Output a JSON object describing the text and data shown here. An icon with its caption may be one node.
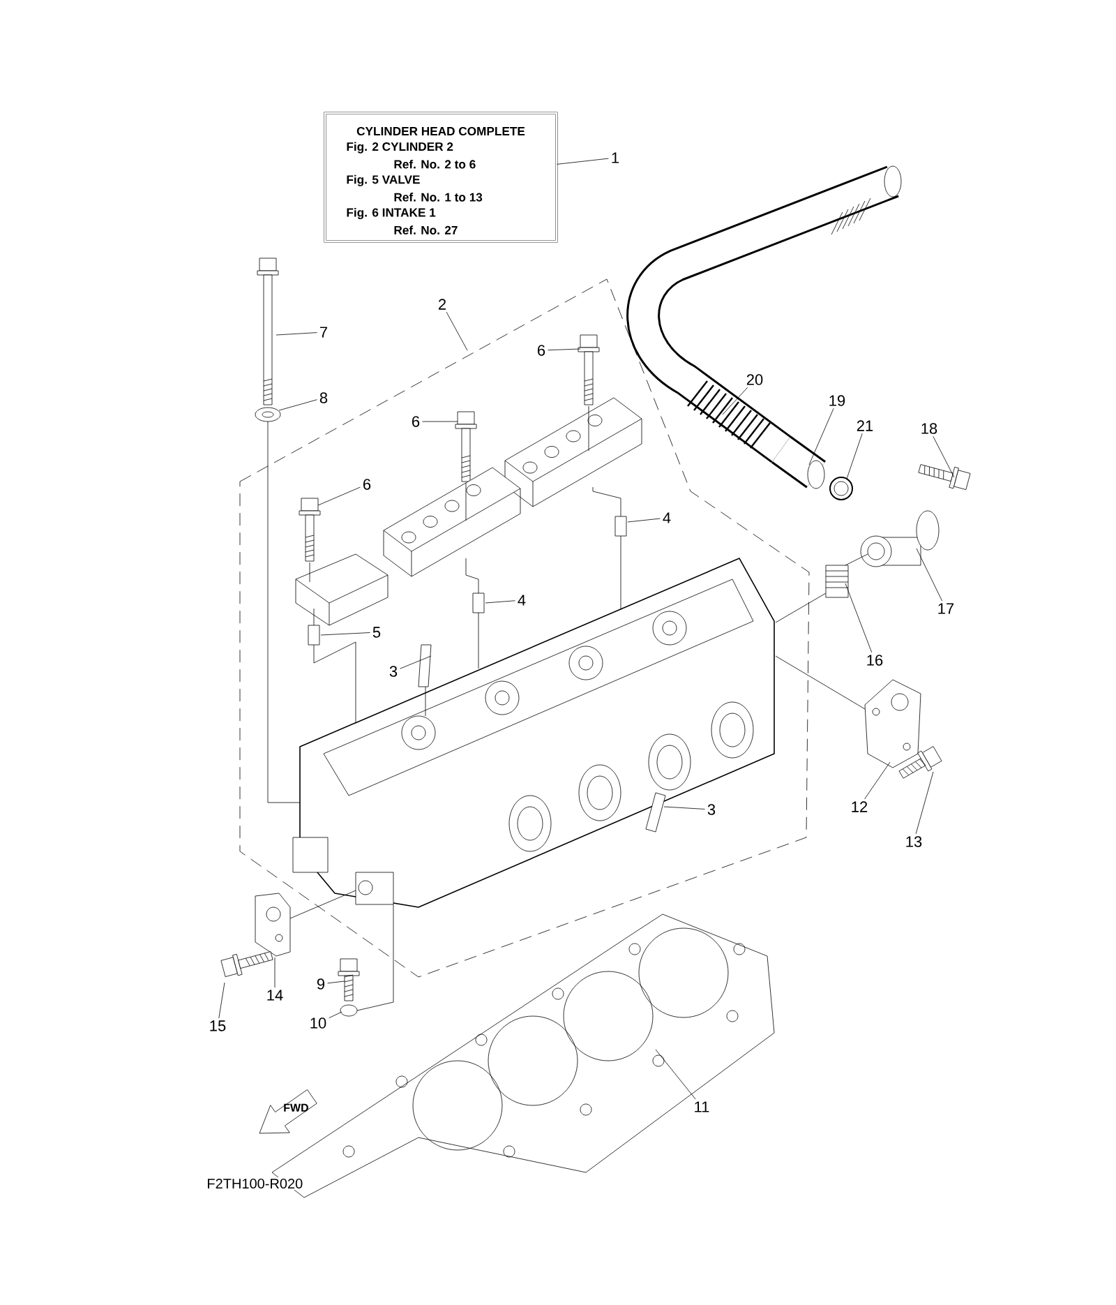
{
  "diagram": {
    "nodes": [
      {
        "text": [
          "CYLINDER HEAD COMPLETE",
          "Fig. 2 CYLINDER 2",
          "Ref. No. 2 to 6",
          "Fig. 5 VALVE",
          "Ref. No. 1 to 13",
          "Fig. 6 INTAKE 1",
          "Ref. No. 27"
        ]
      },
      {
        "text": [
          "1"
        ]
      },
      {
        "text": [
          "7"
        ]
      },
      {
        "text": [
          "2"
        ]
      },
      {
        "text": [
          "6"
        ],
        "in": 28
      },
      {
        "text": [
          "8"
        ]
      },
      {
        "text": [
          "6"
        ],
        "in": 28
      },
      {
        "text": [
          "20"
        ]
      },
      {
        "text": [
          "19"
        ]
      },
      {
        "text": [
          "6"
        ],
        "in": 28
      },
      {
        "text": [
          "21"
        ]
      },
      {
        "text": [
          "18"
        ]
      },
      {
        "text": [
          "4"
        ],
        "in": 28
      },
      {
        "text": [
          "4"
        ],
        "in": 28
      },
      {
        "text": [
          "5"
        ],
        "in": 28
      },
      {
        "text": [
          "3"
        ],
        "in": 28
      },
      {
        "text": [
          "17"
        ]
      },
      {
        "text": [
          "16"
        ]
      },
      {
        "text": [
          "12"
        ]
      },
      {
        "text": [
          "3"
        ],
        "in": 28
      },
      {
        "text": [
          "13"
        ]
      },
      {
        "text": [
          "9"
        ]
      },
      {
        "text": [
          "14"
        ]
      },
      {
        "text": [
          "15"
        ]
      },
      {
        "text": [
          "10"
        ]
      },
      {
        "text": [
          "11"
        ]
      },
      {
        "text": [],
        "shape": "picture"
      },
      {
        "text": [],
        "shape": "picture"
      },
      {
        "text": [],
        "shape": "box"
      },
      {
        "text": [],
        "shape": "picture",
        "in": 28
      },
      {
        "text": [],
        "shape": "picture",
        "in": 28
      },
      {
        "text": [],
        "shape": "picture",
        "in": 28
      },
      {
        "text": [],
        "shape": "picture"
      },
      {
        "text": [],
        "shape": "picture"
      },
      {
        "text": [],
        "shape": "picture"
      },
      {
        "text": [],
        "shape": "picture"
      },
      {
        "text": [],
        "shape": "box",
        "in": 28
      },
      {
        "text": [],
        "shape": "box",
        "in": 28
      },
      {
        "text": [],
        "shape": "box",
        "in": 28
      },
      {
        "text": [],
        "shape": "picture",
        "in": 28
      },
      {
        "text": [],
        "shape": "picture"
      },
      {
        "text": [],
        "shape": "picture"
      },
      {
        "text": [],
        "shape": "picture"
      },
      {
        "text": [],
        "shape": "picture",
        "in": 28
      },
      {
        "text": [],
        "shape": "picture"
      },
      {
        "text": [],
        "shape": "picture"
      },
      {
        "text": [],
        "shape": "picture"
      },
      {
        "text": [],
        "shape": "picture"
      },
      {
        "text": [],
        "shape": "circle"
      },
      {
        "text": [],
        "shape": "picture"
      },
      {
        "text": [],
        "shape": "picture",
        "in": 28
      },
      {
        "text": [],
        "shape": "picture",
        "in": 28
      },
      {
        "text": [],
        "shape": "picture",
        "in": 28
      },
      {
        "text": [],
        "shape": "picture",
        "in": 28
      }
    ],
    "edges": [
      {
        "from": 1,
        "to": 0,
        "arrow": "none"
      },
      {
        "from": 2,
        "to": 26,
        "arrow": "none"
      },
      {
        "from": 3,
        "to": 28,
        "arrow": "none"
      },
      {
        "from": 4,
        "to": 29,
        "arrow": "none"
      },
      {
        "from": 5,
        "to": 27,
        "arrow": "none"
      },
      {
        "from": 6,
        "to": 30,
        "arrow": "none"
      },
      {
        "from": 7,
        "to": 32,
        "arrow": "none"
      },
      {
        "from": 8,
        "to": 33,
        "arrow": "none"
      },
      {
        "from": 9,
        "to": 31,
        "arrow": "none"
      },
      {
        "from": 10,
        "to": 34,
        "arrow": "none"
      },
      {
        "from": 11,
        "to": 35,
        "arrow": "none"
      },
      {
        "from": 12,
        "to": 36,
        "arrow": "none"
      },
      {
        "from": 13,
        "to": 37,
        "arrow": "none"
      },
      {
        "from": 14,
        "to": 38,
        "arrow": "none"
      },
      {
        "from": 15,
        "to": 39,
        "arrow": "none"
      },
      {
        "from": 16,
        "to": 40,
        "arrow": "none"
      },
      {
        "from": 17,
        "to": 41,
        "arrow": "none"
      },
      {
        "from": 18,
        "to": 42,
        "arrow": "none"
      },
      {
        "from": 19,
        "to": 43,
        "arrow": "none"
      },
      {
        "from": 20,
        "to": 44,
        "arrow": "none"
      },
      {
        "from": 21,
        "to": 45,
        "arrow": "none"
      },
      {
        "from": 22,
        "to": 46,
        "arrow": "none"
      },
      {
        "from": 23,
        "to": 47,
        "arrow": "none"
      },
      {
        "from": 24,
        "to": 48,
        "arrow": "none"
      },
      {
        "from": 25,
        "to": 49,
        "arrow": "none"
      },
      {
        "from": 27,
        "to": 53,
        "arrow": "none"
      },
      {
        "from": 29,
        "to": 50,
        "arrow": "none"
      },
      {
        "from": 30,
        "to": 51,
        "arrow": "none"
      },
      {
        "from": 31,
        "to": 52,
        "arrow": "none"
      },
      {
        "from": 52,
        "to": 38,
        "arrow": "none"
      },
      {
        "from": 38,
        "to": 53,
        "arrow": "none"
      },
      {
        "from": 50,
        "to": 36,
        "arrow": "none"
      },
      {
        "from": 36,
        "to": 53,
        "arrow": "none"
      },
      {
        "from": 51,
        "to": 37,
        "arrow": "none"
      },
      {
        "from": 37,
        "to": 53,
        "arrow": "none"
      },
      {
        "from": 39,
        "to": 53,
        "arrow": "none"
      },
      {
        "from": 41,
        "to": 53,
        "arrow": "none"
      },
      {
        "from": 40,
        "to": 41,
        "arrow": "none"
      },
      {
        "from": 42,
        "to": 53,
        "arrow": "none"
      },
      {
        "from": 46,
        "to": 53,
        "arrow": "none"
      },
      {
        "from": 48,
        "to": 53,
        "arrow": "none"
      }
    ],
    "labels": [
      "FWD",
      "F2TH100-R020"
    ]
  }
}
